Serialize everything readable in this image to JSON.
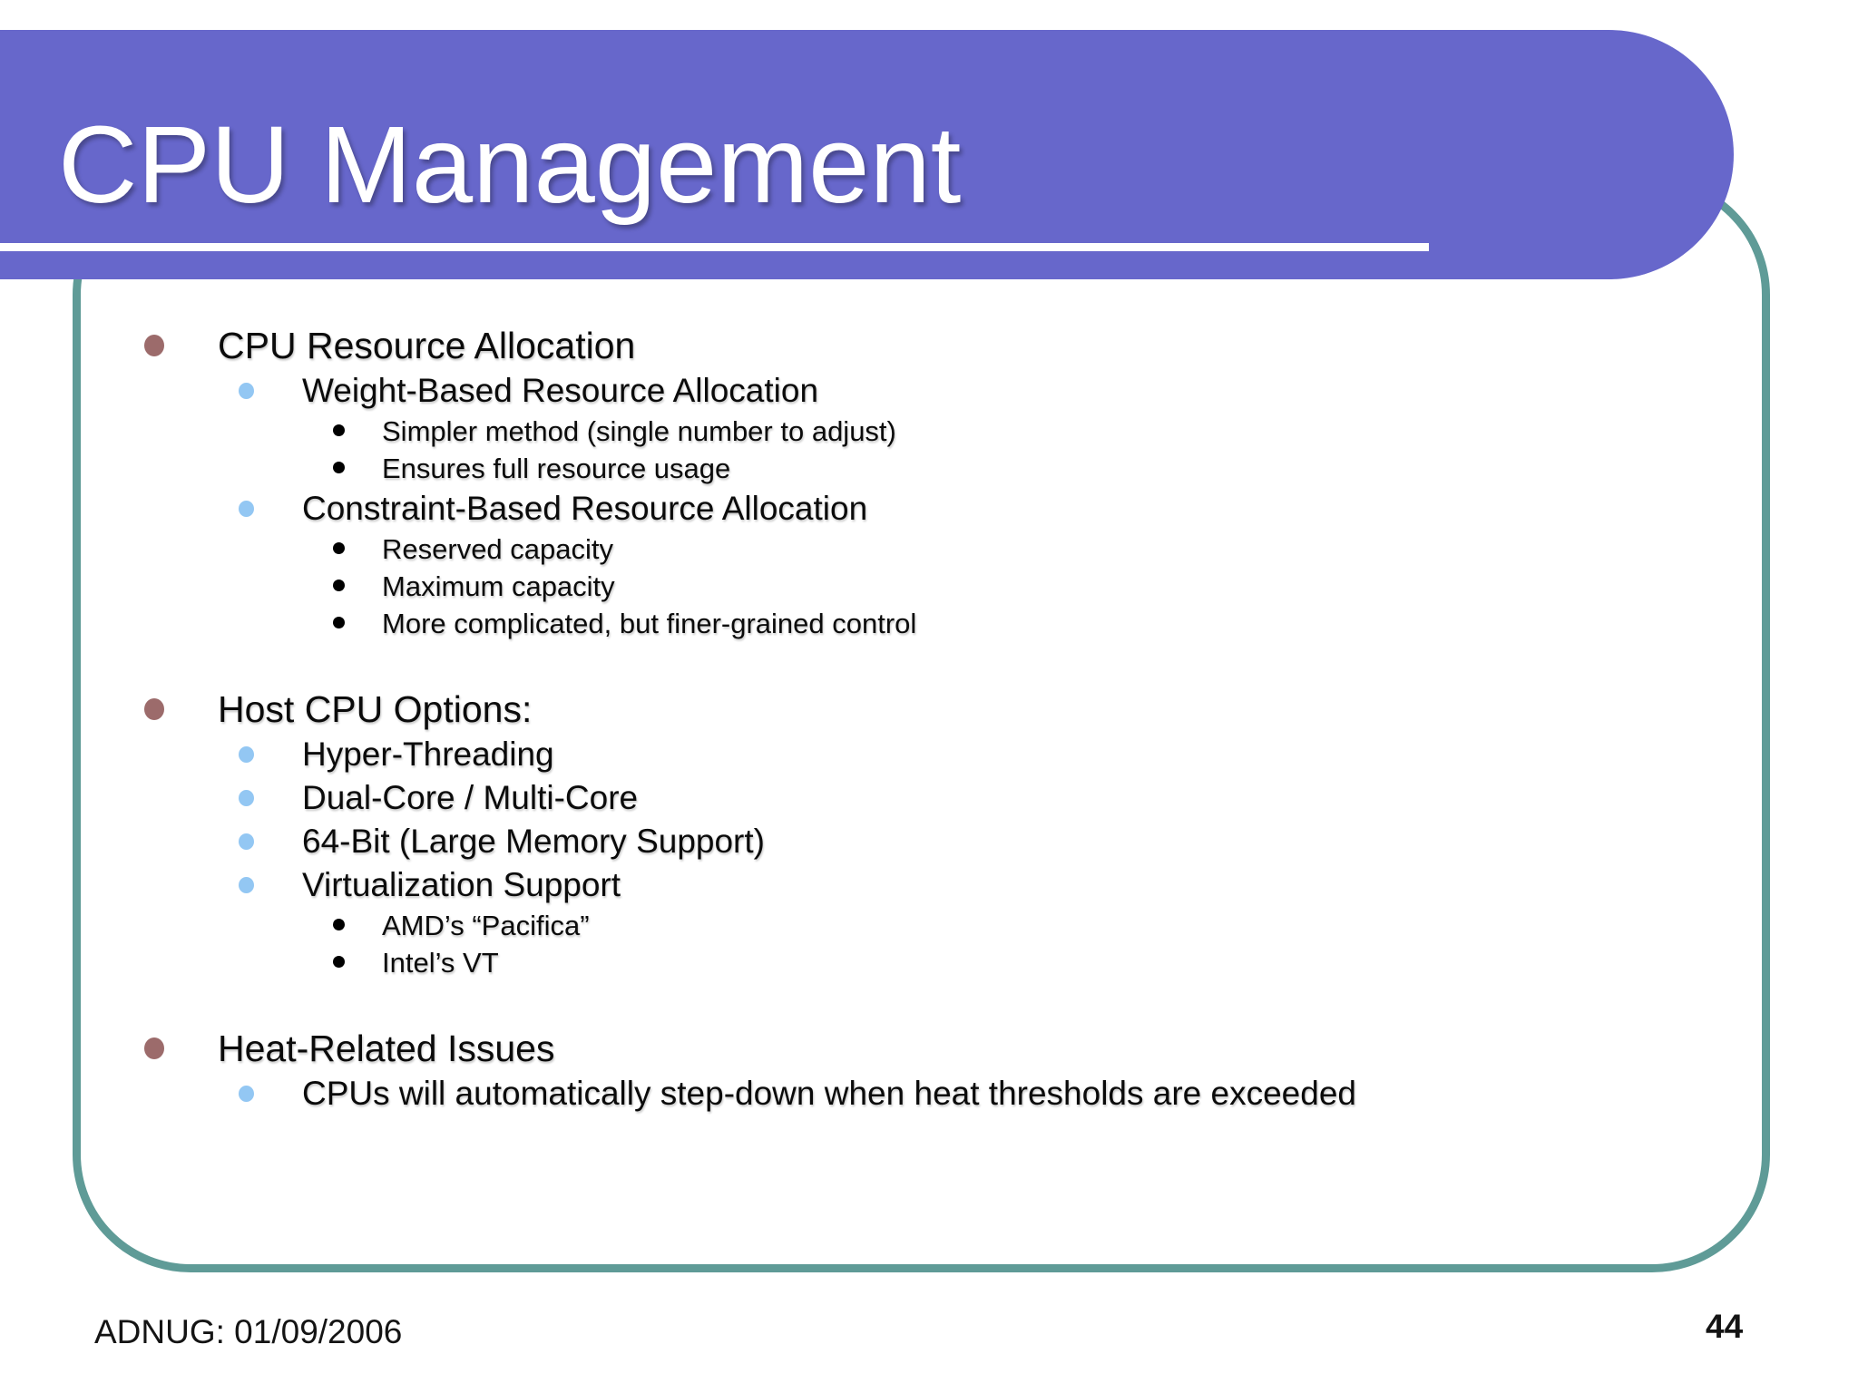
{
  "slide": {
    "title": "CPU Management",
    "footer": "ADNUG: 01/09/2006",
    "page_number": "44",
    "colors": {
      "banner_purple": "#6767cb",
      "frame_teal": "#5f9b97",
      "bullet_level1_maroon": "#9c6b6b",
      "bullet_level2_lightblue": "#93c7f3",
      "bullet_level3_black": "#000000",
      "title_text": "#ffffff",
      "body_text": "#0b0b0b",
      "background": "#ffffff"
    }
  },
  "content": {
    "sections": [
      {
        "heading": "CPU Resource Allocation",
        "items": [
          {
            "text": "Weight-Based Resource Allocation",
            "sub": [
              "Simpler method (single number to adjust)",
              "Ensures full resource usage"
            ]
          },
          {
            "text": "Constraint-Based Resource Allocation",
            "sub": [
              "Reserved capacity",
              "Maximum capacity",
              "More complicated, but finer-grained control"
            ]
          }
        ]
      },
      {
        "heading": "Host CPU Options:",
        "items": [
          {
            "text": "Hyper-Threading",
            "sub": []
          },
          {
            "text": "Dual-Core / Multi-Core",
            "sub": []
          },
          {
            "text": "64-Bit (Large Memory Support)",
            "sub": []
          },
          {
            "text": "Virtualization Support",
            "sub": [
              "AMD’s “Pacifica”",
              "Intel’s VT"
            ]
          }
        ]
      },
      {
        "heading": "Heat-Related Issues",
        "items": [
          {
            "text": "CPUs will automatically step-down when heat thresholds are exceeded",
            "sub": []
          }
        ]
      }
    ]
  }
}
